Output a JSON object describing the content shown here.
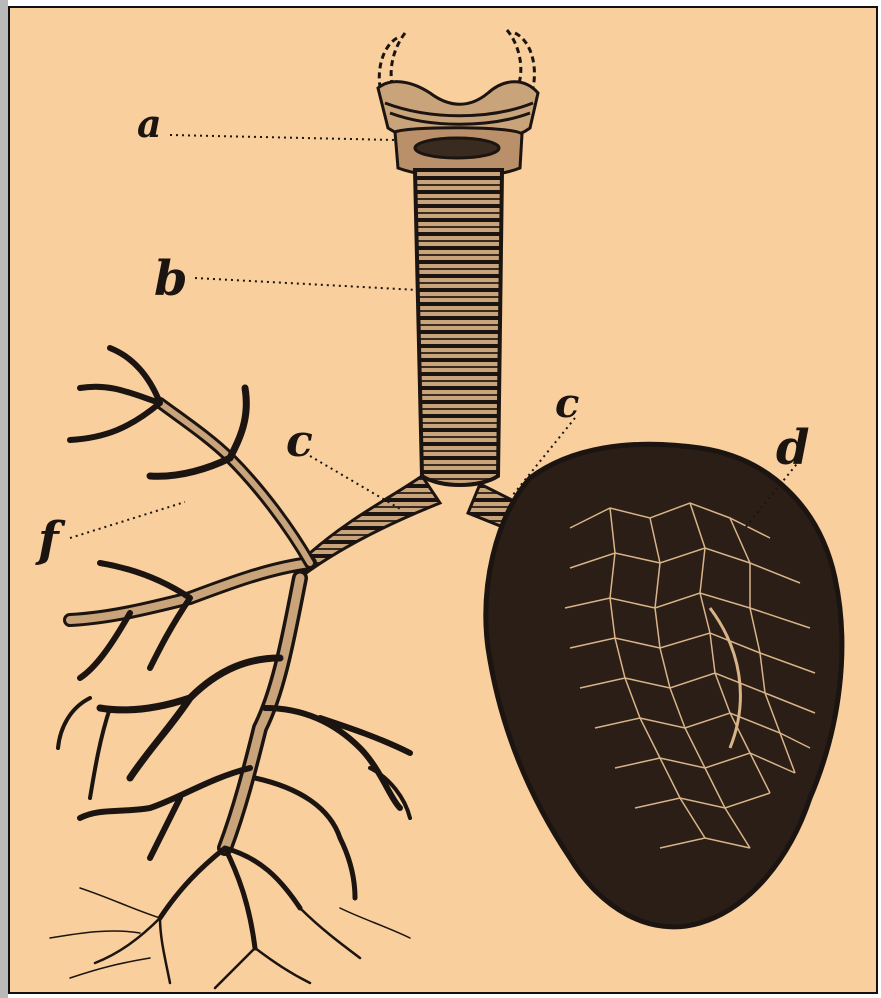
{
  "figure": {
    "labels": {
      "a": "a",
      "b": "b",
      "c_left": "c",
      "c_right": "c",
      "d": "d",
      "f": "f"
    },
    "parts": [
      "larynx",
      "trachea",
      "left-bronchus",
      "right-bronchus",
      "lung",
      "bronchial-tree"
    ],
    "colors": {
      "paper": "#f8cf9d",
      "ink": "#1b1410",
      "frame": "#111111",
      "side_bar": "#b9b9b9"
    }
  }
}
